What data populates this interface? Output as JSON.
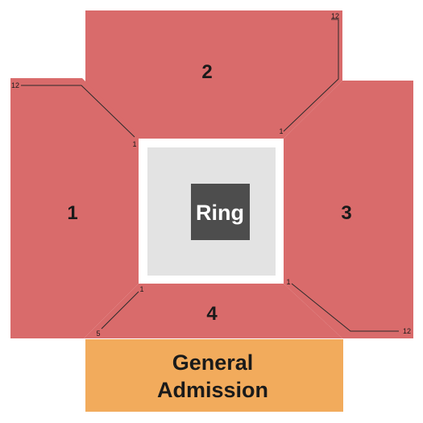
{
  "colors": {
    "section": "#d96b6b",
    "general_admission": "#f2ab5c",
    "ring_floor": "#e3e3e3",
    "ring_border": "#ffffff",
    "ring_label_bg": "#4d4d4d"
  },
  "ring": {
    "label": "Ring"
  },
  "sections": [
    {
      "id": "1",
      "label": "1",
      "rows": [
        "12",
        "1"
      ]
    },
    {
      "id": "2",
      "label": "2",
      "rows": [
        "12",
        "1"
      ]
    },
    {
      "id": "3",
      "label": "3",
      "rows": [
        "1",
        "12"
      ]
    },
    {
      "id": "4",
      "label": "4",
      "rows": [
        "1",
        "5"
      ]
    }
  ],
  "general_admission": {
    "line1": "General",
    "line2": "Admission"
  }
}
